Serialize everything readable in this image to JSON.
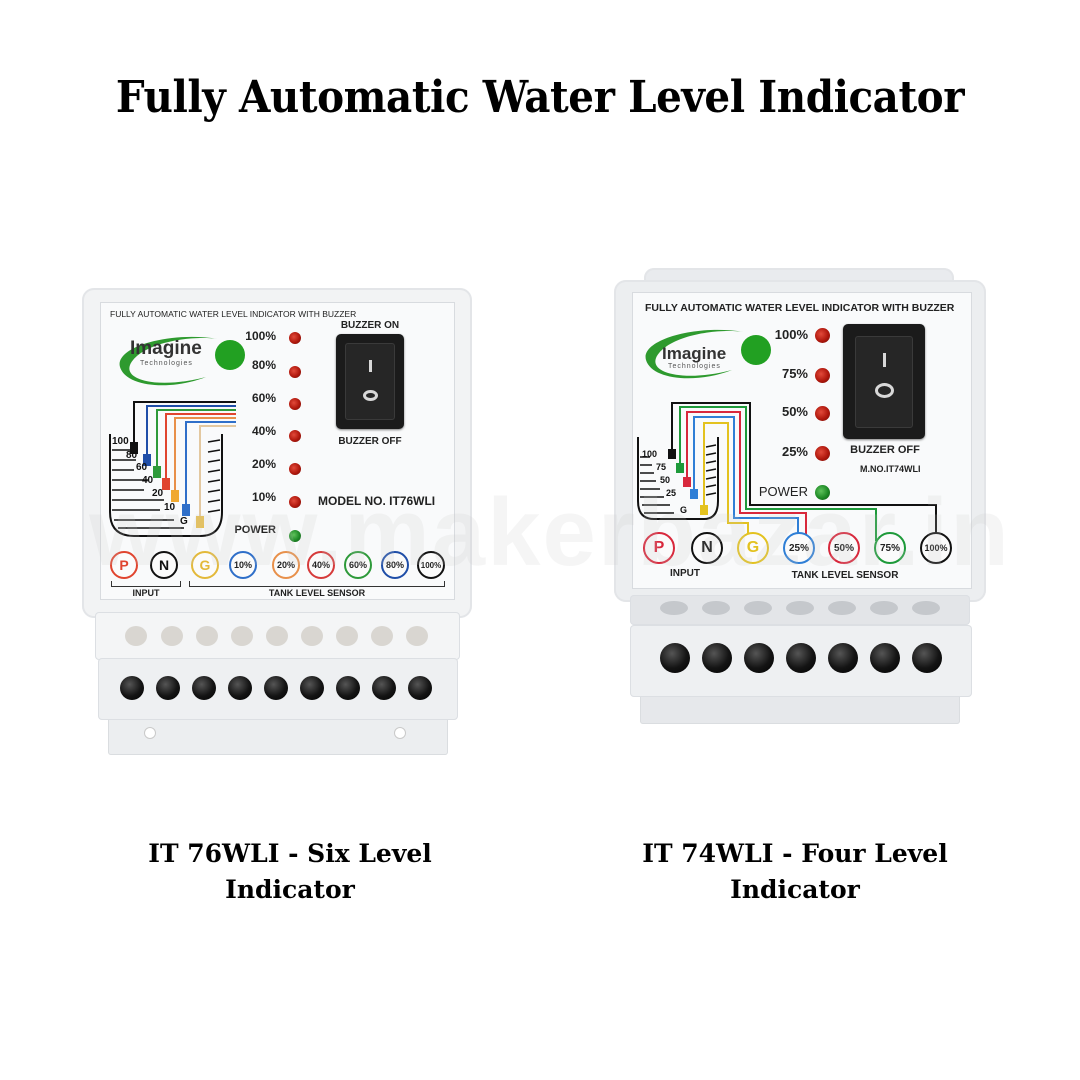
{
  "header": {
    "title": "Fully Automatic Water Level Indicator"
  },
  "watermark": "www.makerbazar.in",
  "products": [
    {
      "id": "left",
      "caption_line1": "IT 76WLI - Six Level",
      "caption_line2": "Indicator",
      "panel_title": "FULLY AUTOMATIC WATER LEVEL INDICATOR WITH BUZZER",
      "brand": "Imagine",
      "brand_sub": "Technologies",
      "led_labels": [
        "100%",
        "80%",
        "60%",
        "40%",
        "20%",
        "10%",
        "POWER"
      ],
      "led_colors": [
        "red",
        "red",
        "red",
        "red",
        "red",
        "red",
        "green"
      ],
      "switch_top_label": "BUZZER ON",
      "switch_bottom_label": "BUZZER OFF",
      "switch_on_symbol": "I",
      "switch_off_symbol": "O",
      "model": "MODEL NO. IT76WLI",
      "tank_levels": [
        "100",
        "80",
        "60",
        "40",
        "20",
        "10",
        "G"
      ],
      "terminals": [
        {
          "label": "P",
          "color": "#e0452f"
        },
        {
          "label": "N",
          "color": "#111111"
        },
        {
          "label": "G",
          "color": "#e3b93a"
        },
        {
          "label": "10%",
          "color": "#2f6fc9"
        },
        {
          "label": "20%",
          "color": "#e8904a"
        },
        {
          "label": "40%",
          "color": "#d63a3a"
        },
        {
          "label": "60%",
          "color": "#2e9a3a"
        },
        {
          "label": "80%",
          "color": "#1f4ea8"
        },
        {
          "label": "100%",
          "color": "#111111"
        }
      ],
      "input_label": "INPUT",
      "sensor_label": "TANK LEVEL SENSOR",
      "screw_count": 9
    },
    {
      "id": "right",
      "caption_line1": "IT 74WLI - Four Level",
      "caption_line2": "Indicator",
      "panel_title": "FULLY AUTOMATIC WATER LEVEL INDICATOR WITH BUZZER",
      "brand": "Imagine",
      "brand_sub": "Technologies",
      "led_labels": [
        "100%",
        "75%",
        "50%",
        "25%",
        "POWER"
      ],
      "led_colors": [
        "red",
        "red",
        "red",
        "red",
        "green"
      ],
      "switch_bottom_label": "BUZZER OFF",
      "switch_on_symbol": "I",
      "switch_off_symbol": "O",
      "model": "M.NO.IT74WLI",
      "tank_levels": [
        "100",
        "75",
        "50",
        "25",
        "G"
      ],
      "terminals": [
        {
          "label": "P",
          "color": "#d8283c"
        },
        {
          "label": "N",
          "color": "#111111"
        },
        {
          "label": "G",
          "color": "#e3c21f"
        },
        {
          "label": "25%",
          "color": "#2f7fd6"
        },
        {
          "label": "50%",
          "color": "#d8283c"
        },
        {
          "label": "75%",
          "color": "#1e9a3a"
        },
        {
          "label": "100%",
          "color": "#111111"
        }
      ],
      "input_label": "INPUT",
      "sensor_label": "TANK LEVEL SENSOR",
      "screw_count": 7
    }
  ]
}
